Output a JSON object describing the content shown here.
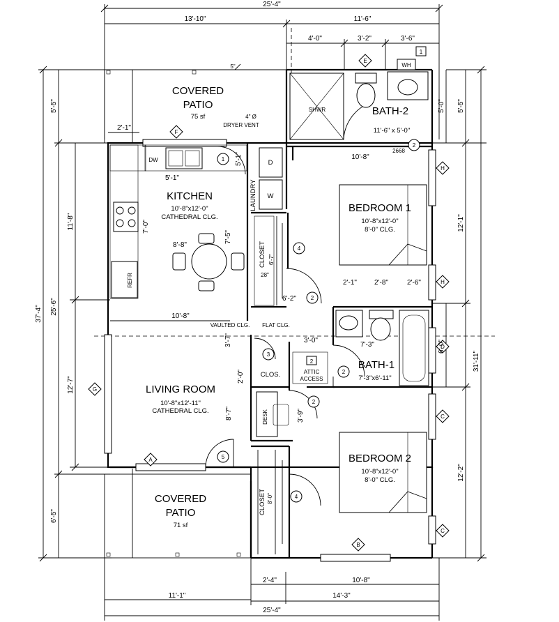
{
  "rooms": {
    "covered_patio_top": {
      "name": "COVERED\nPATIO",
      "name1": "COVERED",
      "name2": "PATIO",
      "area": "75 sf"
    },
    "covered_patio_bottom": {
      "name1": "COVERED",
      "name2": "PATIO",
      "area": "71 sf"
    },
    "kitchen": {
      "name": "KITCHEN",
      "size": "10'-8\"x12'-0\"",
      "ceiling": "CATHEDRAL CLG."
    },
    "living_room": {
      "name": "LIVING ROOM",
      "size": "10'-8\"x12'-11\"",
      "ceiling": "CATHEDRAL CLG."
    },
    "bedroom1": {
      "name": "BEDROOM 1",
      "size": "10'-8\"x12'-0\"",
      "ceiling": "8'-0\" CLG."
    },
    "bedroom2": {
      "name": "BEDROOM 2",
      "size": "10'-8\"x12'-0\"",
      "ceiling": "8'-0\" CLG."
    },
    "bath2": {
      "name": "BATH-2",
      "size": "11'-6\" x 5'-0\""
    },
    "bath1": {
      "name": "BATH-1",
      "size": "7'-3\"x6'-11\""
    },
    "laundry": {
      "name": "LAUNDRY"
    },
    "closet1": {
      "name": "CLOSET",
      "size": "6'-7\""
    },
    "closet2": {
      "name": "CLOSET",
      "size": "8'-0\""
    },
    "clos": {
      "name": "CLOS."
    },
    "desk": {
      "name": "DESK"
    },
    "attic": {
      "line1": "ATTIC",
      "line2": "ACCESS",
      "tag": "2"
    }
  },
  "fixtures": {
    "dw": "DW",
    "refr": "REFR",
    "shwr": "SHWR",
    "wh": "WH",
    "washer": "W",
    "dryer": "D",
    "dryer_vent": "4\" Ø",
    "dryer_vent2": "DRYER VENT",
    "door_code": "2668"
  },
  "notes": {
    "vaulted": "VAULTED CLG.",
    "flat": "FLAT CLG."
  },
  "dimensions": {
    "top_overall": "25'-4\"",
    "top_left": "13'-10\"",
    "top_right": "11'-6\"",
    "bath_a": "4'-0\"",
    "bath_b": "3'-2\"",
    "bath_c": "3'-6\"",
    "patio_w": "2'-1\"",
    "sink_run": "5'-1\"",
    "bath2_w": "10'-8\"",
    "kitchen_d1": "7'-0\"",
    "table_w": "8'-8\"",
    "table_h": "7'-5\"",
    "laundry_d": "5'-1\"",
    "closet_28": "28\"",
    "hall_62": "6'-2\"",
    "kitchen_w": "10'-8\"",
    "b1_a": "2'-1\"",
    "b1_b": "2'-8\"",
    "b1_c": "2'-6\"",
    "bath1_w": "7'-3\"",
    "clos_30": "3'-0\"",
    "clos_37": "3'-7\"",
    "clos_20": "2'-0\"",
    "desk_39": "3'-9\"",
    "living_87": "8'-7\"",
    "bottom_left": "11'-1\"",
    "bottom_mid": "2'-4\"",
    "bottom_b2": "10'-8\"",
    "bottom_right": "14'-3\"",
    "bottom_overall": "25'-4\"",
    "left_overall": "37'-4\"",
    "left_main": "25'-6\"",
    "left_patio_top": "5'-5\"",
    "left_kitchen": "11'-8\"",
    "left_living": "12'-7\"",
    "left_patio_bot": "6'-5\"",
    "right_bath2": "5'-0\"",
    "right_top": "5'-5\"",
    "right_b1": "12'-1\"",
    "right_bath1": "6'-0\"",
    "right_main": "31'-11\"",
    "right_b2": "12'-2\"",
    "post5": "5\""
  },
  "tags": {
    "window_E": "E",
    "window_F": "F",
    "window_H1": "H",
    "window_H2": "H",
    "window_D": "D",
    "window_G": "G",
    "window_A": "A",
    "window_C1": "C",
    "window_C2": "C",
    "window_B": "B",
    "door_1": "1",
    "door_2a": "2",
    "door_2b": "2",
    "door_2c": "2",
    "door_2d": "2",
    "door_3": "3",
    "door_4a": "4",
    "door_4b": "4",
    "door_5": "5",
    "wh_tag": "1"
  }
}
